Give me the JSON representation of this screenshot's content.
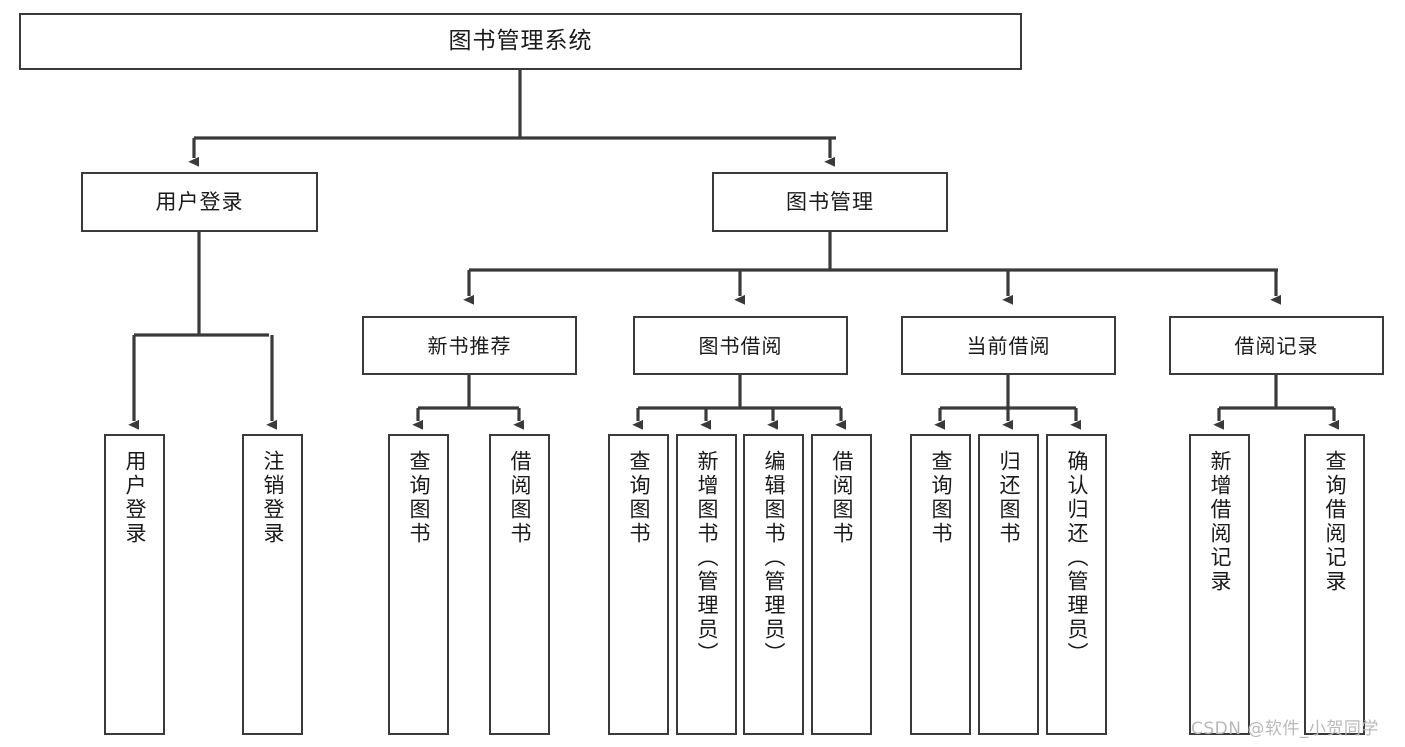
{
  "diagram": {
    "title": "图书管理系统",
    "type": "tree",
    "stroke_color": "#3a3a3a",
    "background_color": "#ffffff",
    "text_color": "#1a1a1a"
  },
  "watermark": {
    "text": "CSDN @软件_小贺同学",
    "color": "#b9b9b9"
  },
  "nodes": {
    "root": {
      "label": "图书管理系统"
    },
    "level1": [
      {
        "id": "user-login",
        "label": "用户登录"
      },
      {
        "id": "book-manage",
        "label": "图书管理"
      }
    ],
    "level2": [
      {
        "id": "new-book-recommend",
        "label": "新书推荐"
      },
      {
        "id": "book-borrow",
        "label": "图书借阅"
      },
      {
        "id": "current-borrow",
        "label": "当前借阅"
      },
      {
        "id": "borrow-record",
        "label": "借阅记录"
      }
    ],
    "leaves": [
      {
        "id": "leaf-user-login",
        "label": "用户登录",
        "parent": "user-login"
      },
      {
        "id": "leaf-logout",
        "label": "注销登录",
        "parent": "user-login"
      },
      {
        "id": "leaf-query-book-1",
        "label": "查询图书",
        "parent": "new-book-recommend"
      },
      {
        "id": "leaf-borrow-book-1",
        "label": "借阅图书",
        "parent": "new-book-recommend"
      },
      {
        "id": "leaf-query-book-2",
        "label": "查询图书",
        "parent": "book-borrow"
      },
      {
        "id": "leaf-add-book-admin",
        "label": "新增图书（管理员）",
        "parent": "book-borrow"
      },
      {
        "id": "leaf-edit-book-admin",
        "label": "编辑图书（管理员）",
        "parent": "book-borrow"
      },
      {
        "id": "leaf-borrow-book-2",
        "label": "借阅图书",
        "parent": "book-borrow"
      },
      {
        "id": "leaf-query-book-3",
        "label": "查询图书",
        "parent": "current-borrow"
      },
      {
        "id": "leaf-return-book",
        "label": "归还图书",
        "parent": "current-borrow"
      },
      {
        "id": "leaf-confirm-return-admin",
        "label": "确认归还（管理员）",
        "parent": "current-borrow"
      },
      {
        "id": "leaf-add-borrow-record",
        "label": "新增借阅记录",
        "parent": "borrow-record"
      },
      {
        "id": "leaf-query-borrow-record",
        "label": "查询借阅记录",
        "parent": "borrow-record"
      }
    ]
  }
}
